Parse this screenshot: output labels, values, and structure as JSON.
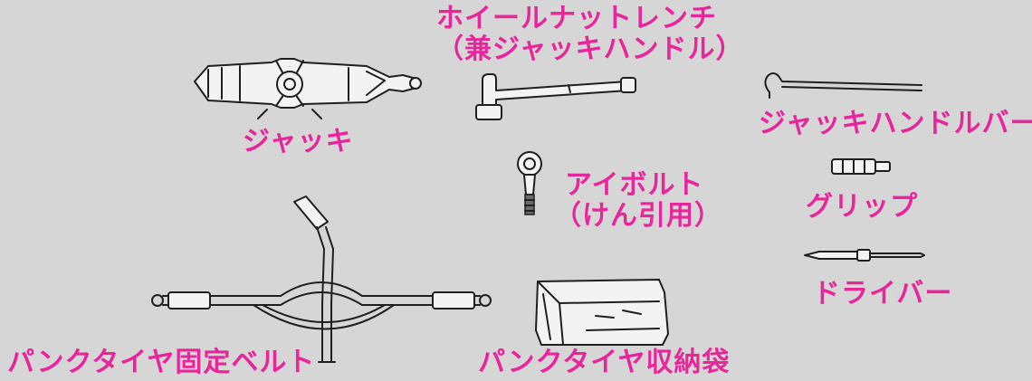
{
  "colors": {
    "background": "#d6d6d6",
    "label": "#e8259b",
    "line": "#1f1f1f"
  },
  "tools": {
    "jack": {
      "label": "ジャッキ",
      "icon": "scissor-jack-icon"
    },
    "wrench": {
      "label_line1": "ホイールナットレンチ",
      "label_line2": "（兼ジャッキハンドル）",
      "icon": "lug-wrench-icon"
    },
    "handle_bar": {
      "label": "ジャッキハンドルバー",
      "icon": "jack-handle-bar-icon"
    },
    "eyebolt": {
      "label_line1": "アイボルト",
      "label_line2": "（けん引用）",
      "icon": "eye-bolt-icon"
    },
    "grip": {
      "label": "グリップ",
      "icon": "grip-icon"
    },
    "screwdriver": {
      "label": "ドライバー",
      "icon": "screwdriver-icon"
    },
    "belt": {
      "label": "パンクタイヤ固定ベルト",
      "icon": "tire-belt-icon"
    },
    "bag": {
      "label": "パンクタイヤ収納袋",
      "icon": "storage-bag-icon"
    }
  }
}
